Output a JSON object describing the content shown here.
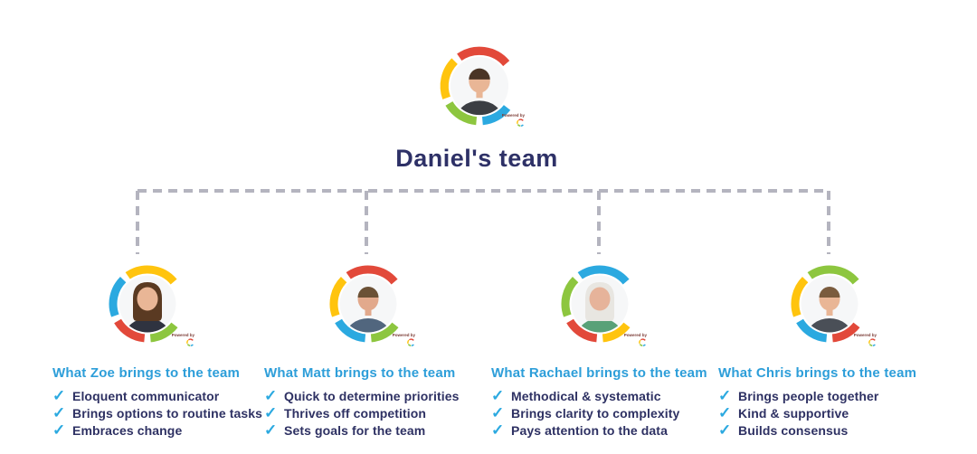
{
  "title": "Daniel's team",
  "watermark": {
    "text": "Powered by",
    "logo": "c-me-logo"
  },
  "icons": {
    "check": "✓"
  },
  "colors": {
    "title_navy": "#2e3167",
    "heading_blue": "#2d9ed9",
    "body_navy": "#2e3163",
    "check_blue": "#2ba9e0",
    "connector_gray": "#b4b4bf",
    "red": "#e2493a",
    "yellow": "#ffc40e",
    "green": "#8dc63f",
    "blue": "#2ba9e0"
  },
  "leader": {
    "name": "Daniel",
    "ring": [
      "red",
      "yellow",
      "green",
      "blue"
    ],
    "avatar": {
      "skin": "#e9b696",
      "hair": "#4a3526",
      "shirt": "#3b3e43",
      "long_hair": false
    }
  },
  "members": [
    {
      "name": "Zoe",
      "heading": "What Zoe brings to the team",
      "ring": [
        "yellow",
        "blue",
        "red",
        "green"
      ],
      "avatar": {
        "skin": "#e9b696",
        "hair": "#5a3a22",
        "shirt": "#2f3340",
        "long_hair": true
      },
      "items": [
        "Eloquent communicator",
        "Brings options to routine tasks",
        "Embraces change"
      ]
    },
    {
      "name": "Matt",
      "heading": "What Matt brings to the team",
      "ring": [
        "red",
        "yellow",
        "blue",
        "green"
      ],
      "avatar": {
        "skin": "#e2a98c",
        "hair": "#6b5136",
        "shirt": "#51667e",
        "long_hair": false
      },
      "items": [
        "Quick to determine priorities",
        "Thrives off competition",
        "Sets goals for the team"
      ]
    },
    {
      "name": "Rachael",
      "heading": "What Rachael brings to the team",
      "ring": [
        "blue",
        "green",
        "red",
        "yellow"
      ],
      "avatar": {
        "skin": "#e6b39a",
        "hair": "#e8e6e1",
        "shirt": "#59a178",
        "long_hair": true
      },
      "items": [
        "Methodical & systematic",
        "Brings clarity to complexity",
        "Pays attention to the data"
      ]
    },
    {
      "name": "Chris",
      "heading": "What Chris brings to the team",
      "ring": [
        "green",
        "yellow",
        "blue",
        "red"
      ],
      "avatar": {
        "skin": "#e9b696",
        "hair": "#7a5c3e",
        "shirt": "#4a4f57",
        "long_hair": false
      },
      "items": [
        "Brings people together",
        "Kind & supportive",
        "Builds consensus"
      ]
    }
  ]
}
